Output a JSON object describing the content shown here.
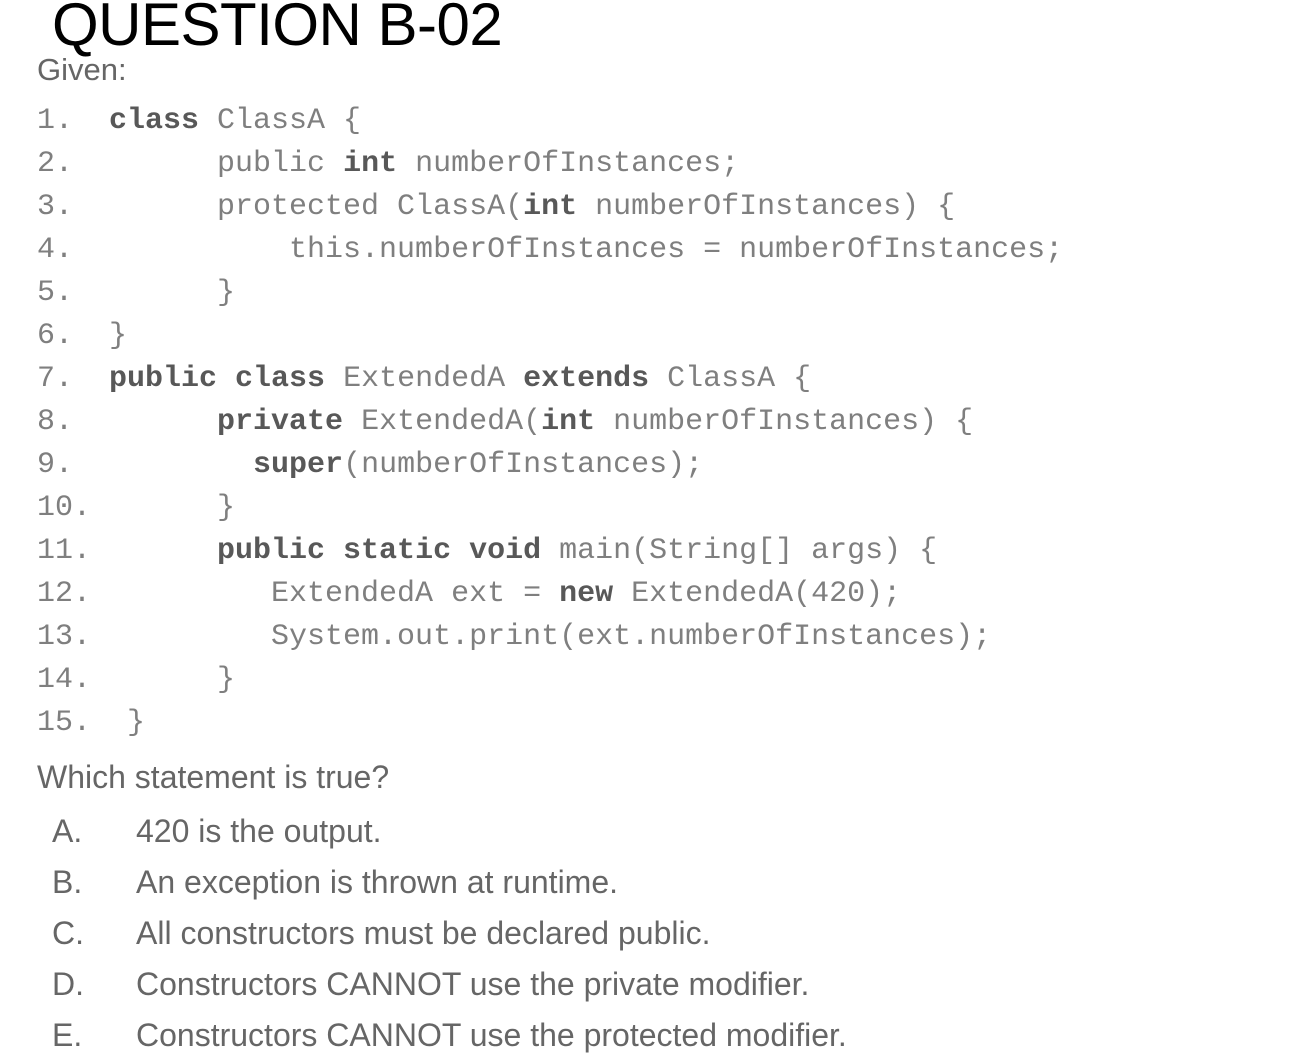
{
  "slide": {
    "title": "QUESTION B-02",
    "given_label": "Given:",
    "prompt": "Which statement is true?",
    "colors": {
      "background": "#ffffff",
      "title": "#000000",
      "body_text": "#666666",
      "code_normal": "#7f7f7f",
      "code_keyword": "#585858"
    }
  },
  "code": {
    "language": "java",
    "lines": [
      {
        "number": "1.",
        "indent": 2,
        "text": "class ClassA {",
        "keywords": [
          "class"
        ]
      },
      {
        "number": "2.",
        "indent": 8,
        "text": "public int numberOfInstances;",
        "keywords": [
          "int"
        ]
      },
      {
        "number": "3.",
        "indent": 8,
        "text": "protected ClassA(int numberOfInstances) {",
        "keywords": [
          "int"
        ]
      },
      {
        "number": "4.",
        "indent": 12,
        "text": "this.numberOfInstances = numberOfInstances;",
        "keywords": []
      },
      {
        "number": "5.",
        "indent": 8,
        "text": "}",
        "keywords": []
      },
      {
        "number": "6.",
        "indent": 2,
        "text": "}",
        "keywords": []
      },
      {
        "number": "7.",
        "indent": 2,
        "text": "public class ExtendedA extends ClassA {",
        "keywords": [
          "public",
          "class",
          "extends"
        ]
      },
      {
        "number": "8.",
        "indent": 8,
        "text": "private ExtendedA(int numberOfInstances) {",
        "keywords": [
          "private",
          "int"
        ]
      },
      {
        "number": "9.",
        "indent": 10,
        "text": "super(numberOfInstances);",
        "keywords": [
          "super"
        ]
      },
      {
        "number": "10.",
        "indent": 8,
        "text": "}",
        "keywords": []
      },
      {
        "number": "11.",
        "indent": 8,
        "text": "public static void main(String[] args) {",
        "keywords": [
          "public",
          "static",
          "void"
        ]
      },
      {
        "number": "12.",
        "indent": 11,
        "text": "ExtendedA ext = new ExtendedA(420);",
        "keywords": [
          "new"
        ]
      },
      {
        "number": "13.",
        "indent": 11,
        "text": "System.out.print(ext.numberOfInstances);",
        "keywords": []
      },
      {
        "number": "14.",
        "indent": 8,
        "text": "}",
        "keywords": []
      },
      {
        "number": "15.",
        "indent": 2,
        "text": "}",
        "keywords": []
      }
    ],
    "rendered_lines": [
      "1.  <b>class</b> ClassA {",
      "2.        public <b>int</b> numberOfInstances;",
      "3.        protected ClassA(<b>int</b> numberOfInstances) {",
      "4.            this.numberOfInstances = numberOfInstances;",
      "5.        }",
      "6.  }",
      "7.  <b>public class</b> ExtendedA <b>extends</b> ClassA {",
      "8.        <b>private</b> ExtendedA(<b>int</b> numberOfInstances) {",
      "9.          <b>super</b>(numberOfInstances);",
      "10.       }",
      "11.       <b>public static void</b> main(String[] args) {",
      "12.          ExtendedA ext = <b>new</b> ExtendedA(420);",
      "13.          System.out.print(ext.numberOfInstances);",
      "14.       }",
      "15.  }"
    ]
  },
  "options": [
    {
      "letter": "A.",
      "text": "420 is the output."
    },
    {
      "letter": "B.",
      "text": "An exception is thrown at runtime."
    },
    {
      "letter": "C.",
      "text": "All constructors must be declared public."
    },
    {
      "letter": "D.",
      "text": "Constructors CANNOT use the private modifier."
    },
    {
      "letter": "E.",
      "text": "Constructors CANNOT use the protected modifier."
    }
  ]
}
